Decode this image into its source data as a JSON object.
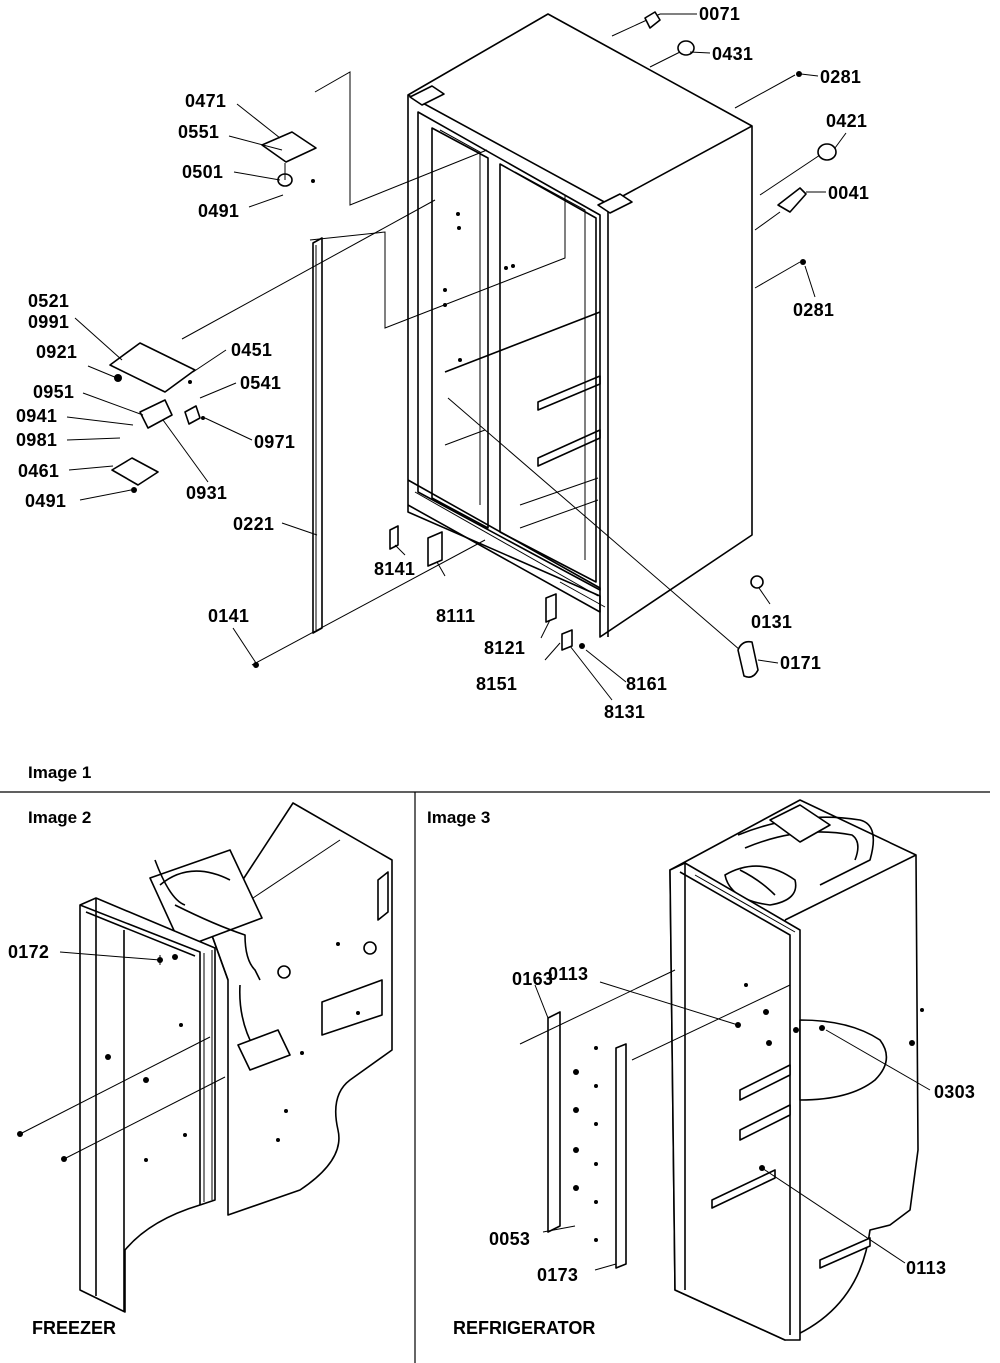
{
  "image1": {
    "title": "Image 1",
    "callouts": [
      "0071",
      "0431",
      "0281",
      "0421",
      "0041",
      "0281",
      "0471",
      "0551",
      "0501",
      "0491",
      "0521",
      "0991",
      "0921",
      "0451",
      "0541",
      "0951",
      "0941",
      "0981",
      "0971",
      "0931",
      "0461",
      "0491",
      "0221",
      "8141",
      "8111",
      "0131",
      "0141",
      "8121",
      "0171",
      "8151",
      "8161",
      "8131"
    ]
  },
  "image2": {
    "title": "Image 2",
    "caption": "FREEZER",
    "callouts": [
      "0172"
    ]
  },
  "image3": {
    "title": "Image 3",
    "caption": "REFRIGERATOR",
    "callouts": [
      "0163",
      "0113",
      "0303",
      "0053",
      "0173",
      "0113"
    ]
  },
  "colors": {
    "ink": "#000000",
    "paper": "#ffffff"
  }
}
